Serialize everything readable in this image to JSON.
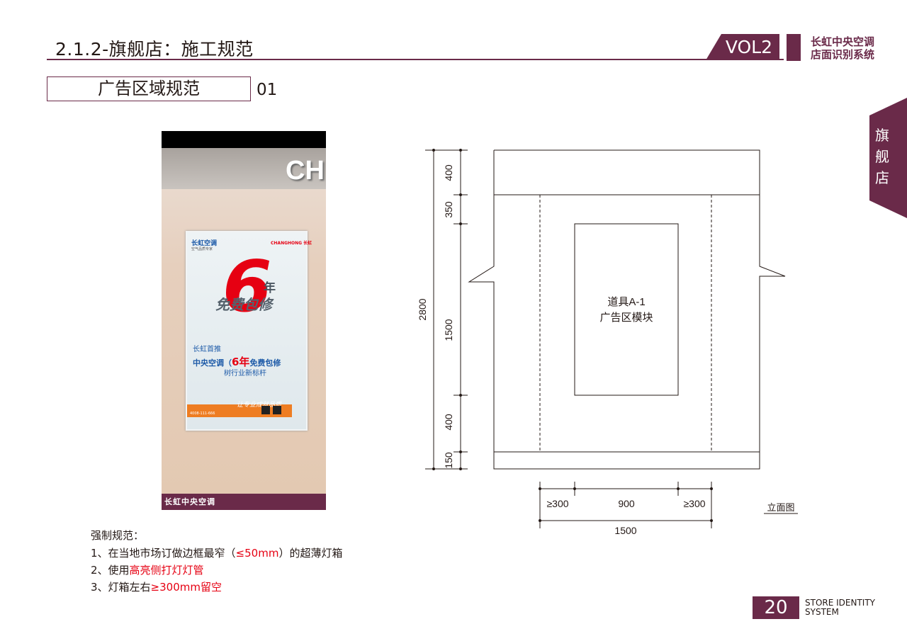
{
  "header": {
    "title": "2.1.2-旗舰店：施工规范",
    "volume": "VOL2",
    "brand_line1": "长虹中央空调",
    "brand_line2": "店面识别系统"
  },
  "section": {
    "title": "广告区域规范",
    "number": "01"
  },
  "side_tab": {
    "chars": [
      "旗",
      "舰",
      "店"
    ]
  },
  "photo": {
    "sign_text": "CH",
    "footer_brand": "长虹中央空调",
    "poster": {
      "logo": "长虹空调",
      "logo_sub": "空气品质专家",
      "brand_en": "CHANGHONG 长虹",
      "big_digit": "6",
      "year": "年",
      "slogan": "免费包修",
      "line1": "长虹首推",
      "line2a": "中央空调（",
      "line2b": "6年",
      "line2c": "免费包修",
      "line3": "树行业新标杆",
      "hotline": "4008-111-666",
      "script": "让专业成就品质"
    }
  },
  "drawing": {
    "module_line1": "道具A-1",
    "module_line2": "广告区模块",
    "dims_vertical": [
      "400",
      "350",
      "1500",
      "400",
      "150"
    ],
    "total_height": "2800",
    "dims_horizontal": [
      "≥300",
      "900",
      "≥300"
    ],
    "total_width": "1500",
    "view_label": "立面图"
  },
  "notes": {
    "title": "强制规范：",
    "item1_pre": "1、在当地市场订做边框最窄（",
    "item1_red": "≤50mm",
    "item1_post": "）的超薄灯箱",
    "item2_pre": "2、使用",
    "item2_red": "高亮侧打灯灯管",
    "item3_pre": "3、灯箱左右",
    "item3_red": "≥300mm留空"
  },
  "footer": {
    "page": "20",
    "line1": "STORE IDENTITY",
    "line2": "SYSTEM"
  },
  "colors": {
    "brand": "#6a2a49",
    "accent_red": "#e60012"
  }
}
